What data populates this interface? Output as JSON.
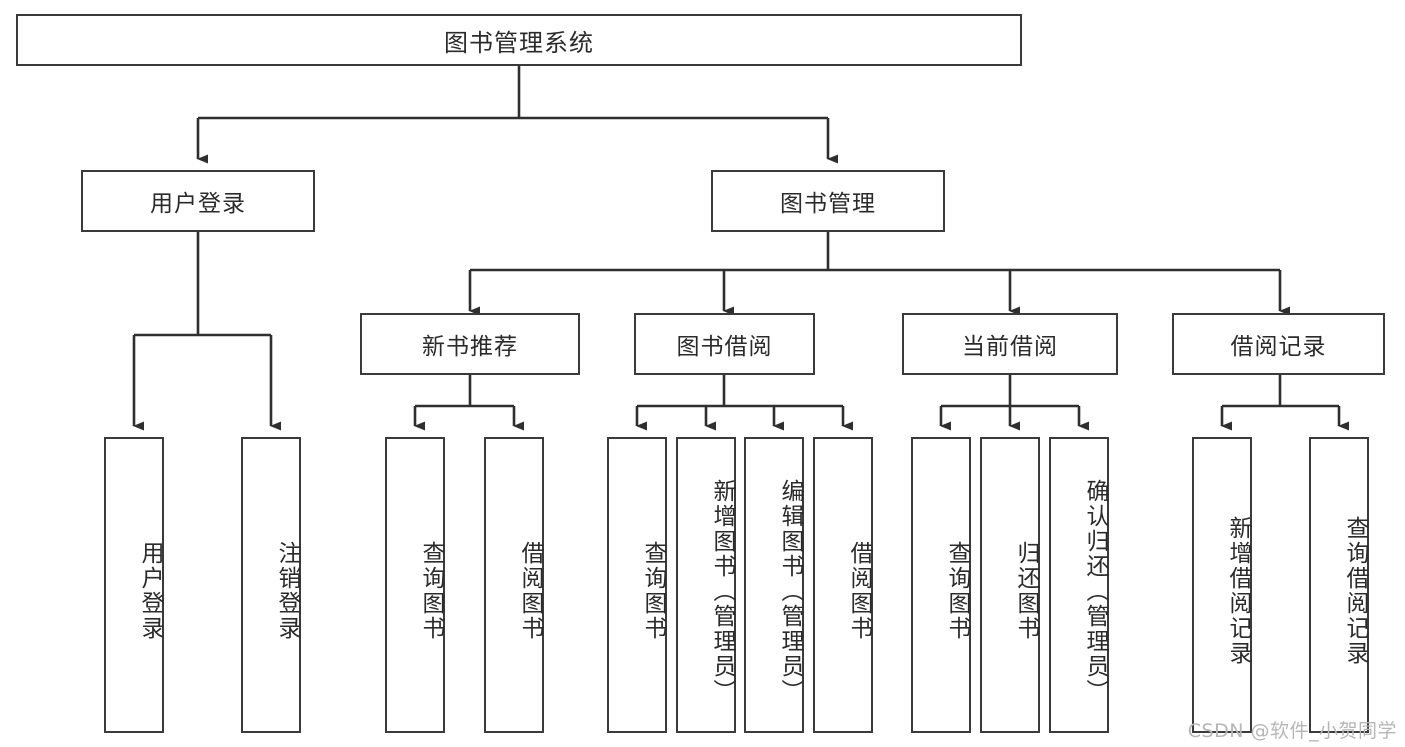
{
  "diagram": {
    "title": "图书管理系统",
    "type": "function-structure-tree",
    "watermark": "CSDN @软件_小贺同学",
    "colors": {
      "box_border": "#3a3a3a",
      "box_fill": "#ffffff",
      "connector": "#2f2f2f",
      "text": "#2b2b2b",
      "watermark": "#b6b6b6",
      "background": "#ffffff"
    },
    "root": {
      "label": "图书管理系统"
    },
    "level2": [
      {
        "label": "用户登录"
      },
      {
        "label": "图书管理"
      }
    ],
    "level3": [
      {
        "label": "新书推荐"
      },
      {
        "label": "图书借阅"
      },
      {
        "label": "当前借阅"
      },
      {
        "label": "借阅记录"
      }
    ],
    "leaves": {
      "user_login": [
        {
          "label": "用户登录"
        },
        {
          "label": "注销登录"
        }
      ],
      "new_book_recommend": [
        {
          "label": "查询图书"
        },
        {
          "label": "借阅图书"
        }
      ],
      "book_borrow": [
        {
          "label": "查询图书"
        },
        {
          "label": "新增图书（管理员）"
        },
        {
          "label": "编辑图书（管理员）"
        },
        {
          "label": "借阅图书"
        }
      ],
      "current_borrow": [
        {
          "label": "查询图书"
        },
        {
          "label": "归还图书"
        },
        {
          "label": "确认归还（管理员）"
        }
      ],
      "borrow_record": [
        {
          "label": "新增借阅记录"
        },
        {
          "label": "查询借阅记录"
        }
      ]
    }
  }
}
